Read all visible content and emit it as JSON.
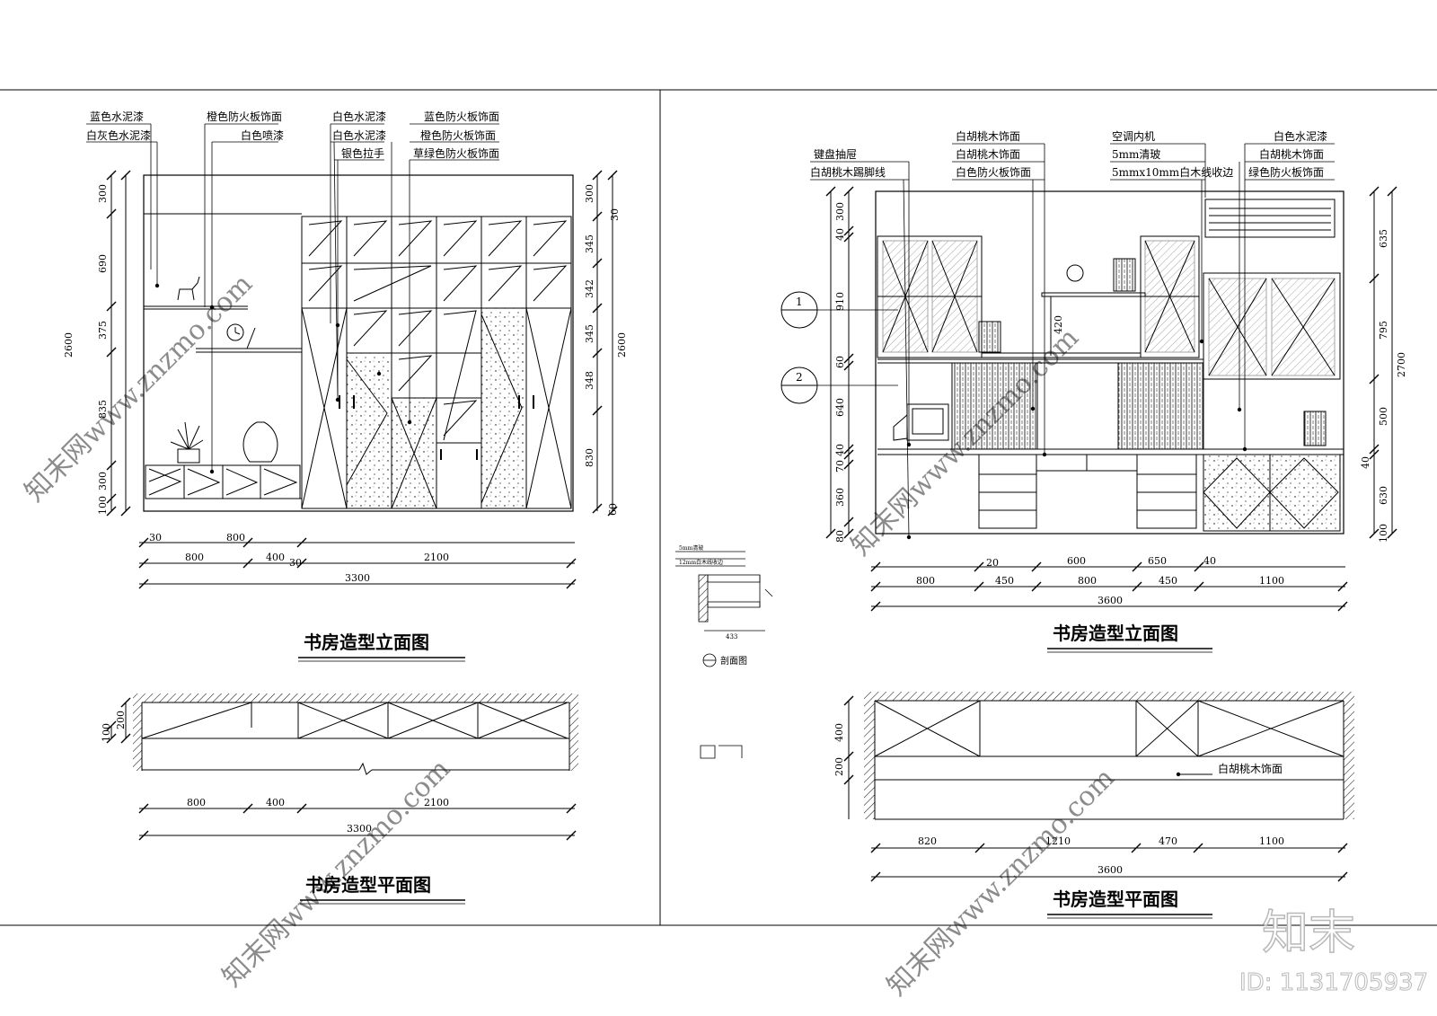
{
  "left": {
    "elevation_title": "书房造型立面图",
    "plan_title": "书房造型平面图",
    "labels_top": {
      "l1": "蓝色水泥漆",
      "l2": "白灰色水泥漆",
      "l3": "橙色防火板饰面",
      "l4": "白色喷漆",
      "l5": "白色水泥漆",
      "l6": "白色水泥漆",
      "l7": "银色拉手",
      "l8": "蓝色防火板饰面",
      "l9": "橙色防火板饰面",
      "l10": "草绿色防火板饰面"
    },
    "dims": {
      "v300": "300",
      "v690": "690",
      "v375": "375",
      "v835": "835",
      "v300b": "300",
      "v100": "100",
      "v2600": "2600",
      "r300": "300",
      "r30": "30",
      "r345": "345",
      "r342": "342",
      "r345b": "345",
      "r348": "348",
      "r830": "830",
      "r60": "60",
      "r2600": "2600",
      "b30": "30",
      "b800": "800",
      "b800b": "800",
      "b400": "400",
      "b30b": "30",
      "b2100": "2100",
      "b3300": "3300"
    },
    "plan_dims": {
      "p200": "200",
      "p100": "100",
      "p800": "800",
      "p400": "400",
      "p2100": "2100",
      "p3300": "3300"
    }
  },
  "section": {
    "caption": "剖面图",
    "n433": "433",
    "note1": "5mm清玻",
    "note2": "12mm白木线收边"
  },
  "right": {
    "elevation_title": "书房造型立面图",
    "plan_title": "书房造型平面图",
    "labels_top": {
      "a1": "键盘抽屉",
      "a2": "白胡桃木踢脚线",
      "b1": "白胡桃木饰面",
      "b2": "白胡桃木饰面",
      "b3": "白色防火板饰面",
      "c1": "空调内机",
      "c2": "5mm清玻",
      "c3": "5mmx10mm白木线收边",
      "d1": "白色水泥漆",
      "d2": "白胡桃木饰面",
      "d3": "绿色防火板饰面"
    },
    "markers": {
      "m1": "1",
      "m2": "2"
    },
    "dims": {
      "v300": "300",
      "v40": "40",
      "v910": "910",
      "v60": "60",
      "v640": "640",
      "v40b": "40",
      "v70": "70",
      "v360": "360",
      "v80": "80",
      "v420": "420",
      "r635": "635",
      "r795": "795",
      "r500": "500",
      "r40": "40",
      "r630": "630",
      "r100": "100",
      "r2700": "2700",
      "b20": "20",
      "b600": "600",
      "b650": "650",
      "b40": "40",
      "b800": "800",
      "b450": "450",
      "b800b": "800",
      "b450b": "450",
      "b1100": "1100",
      "b3600": "3600"
    },
    "plan_label": "白胡桃木饰面",
    "plan_dims": {
      "p400": "400",
      "p200": "200",
      "p820": "820",
      "p1210": "1210",
      "p470": "470",
      "p1100": "1100",
      "p3600": "3600"
    }
  },
  "watermark": {
    "brand": "知末",
    "id": "ID: 1131705937",
    "site": "知末网www.znzmo.com"
  }
}
